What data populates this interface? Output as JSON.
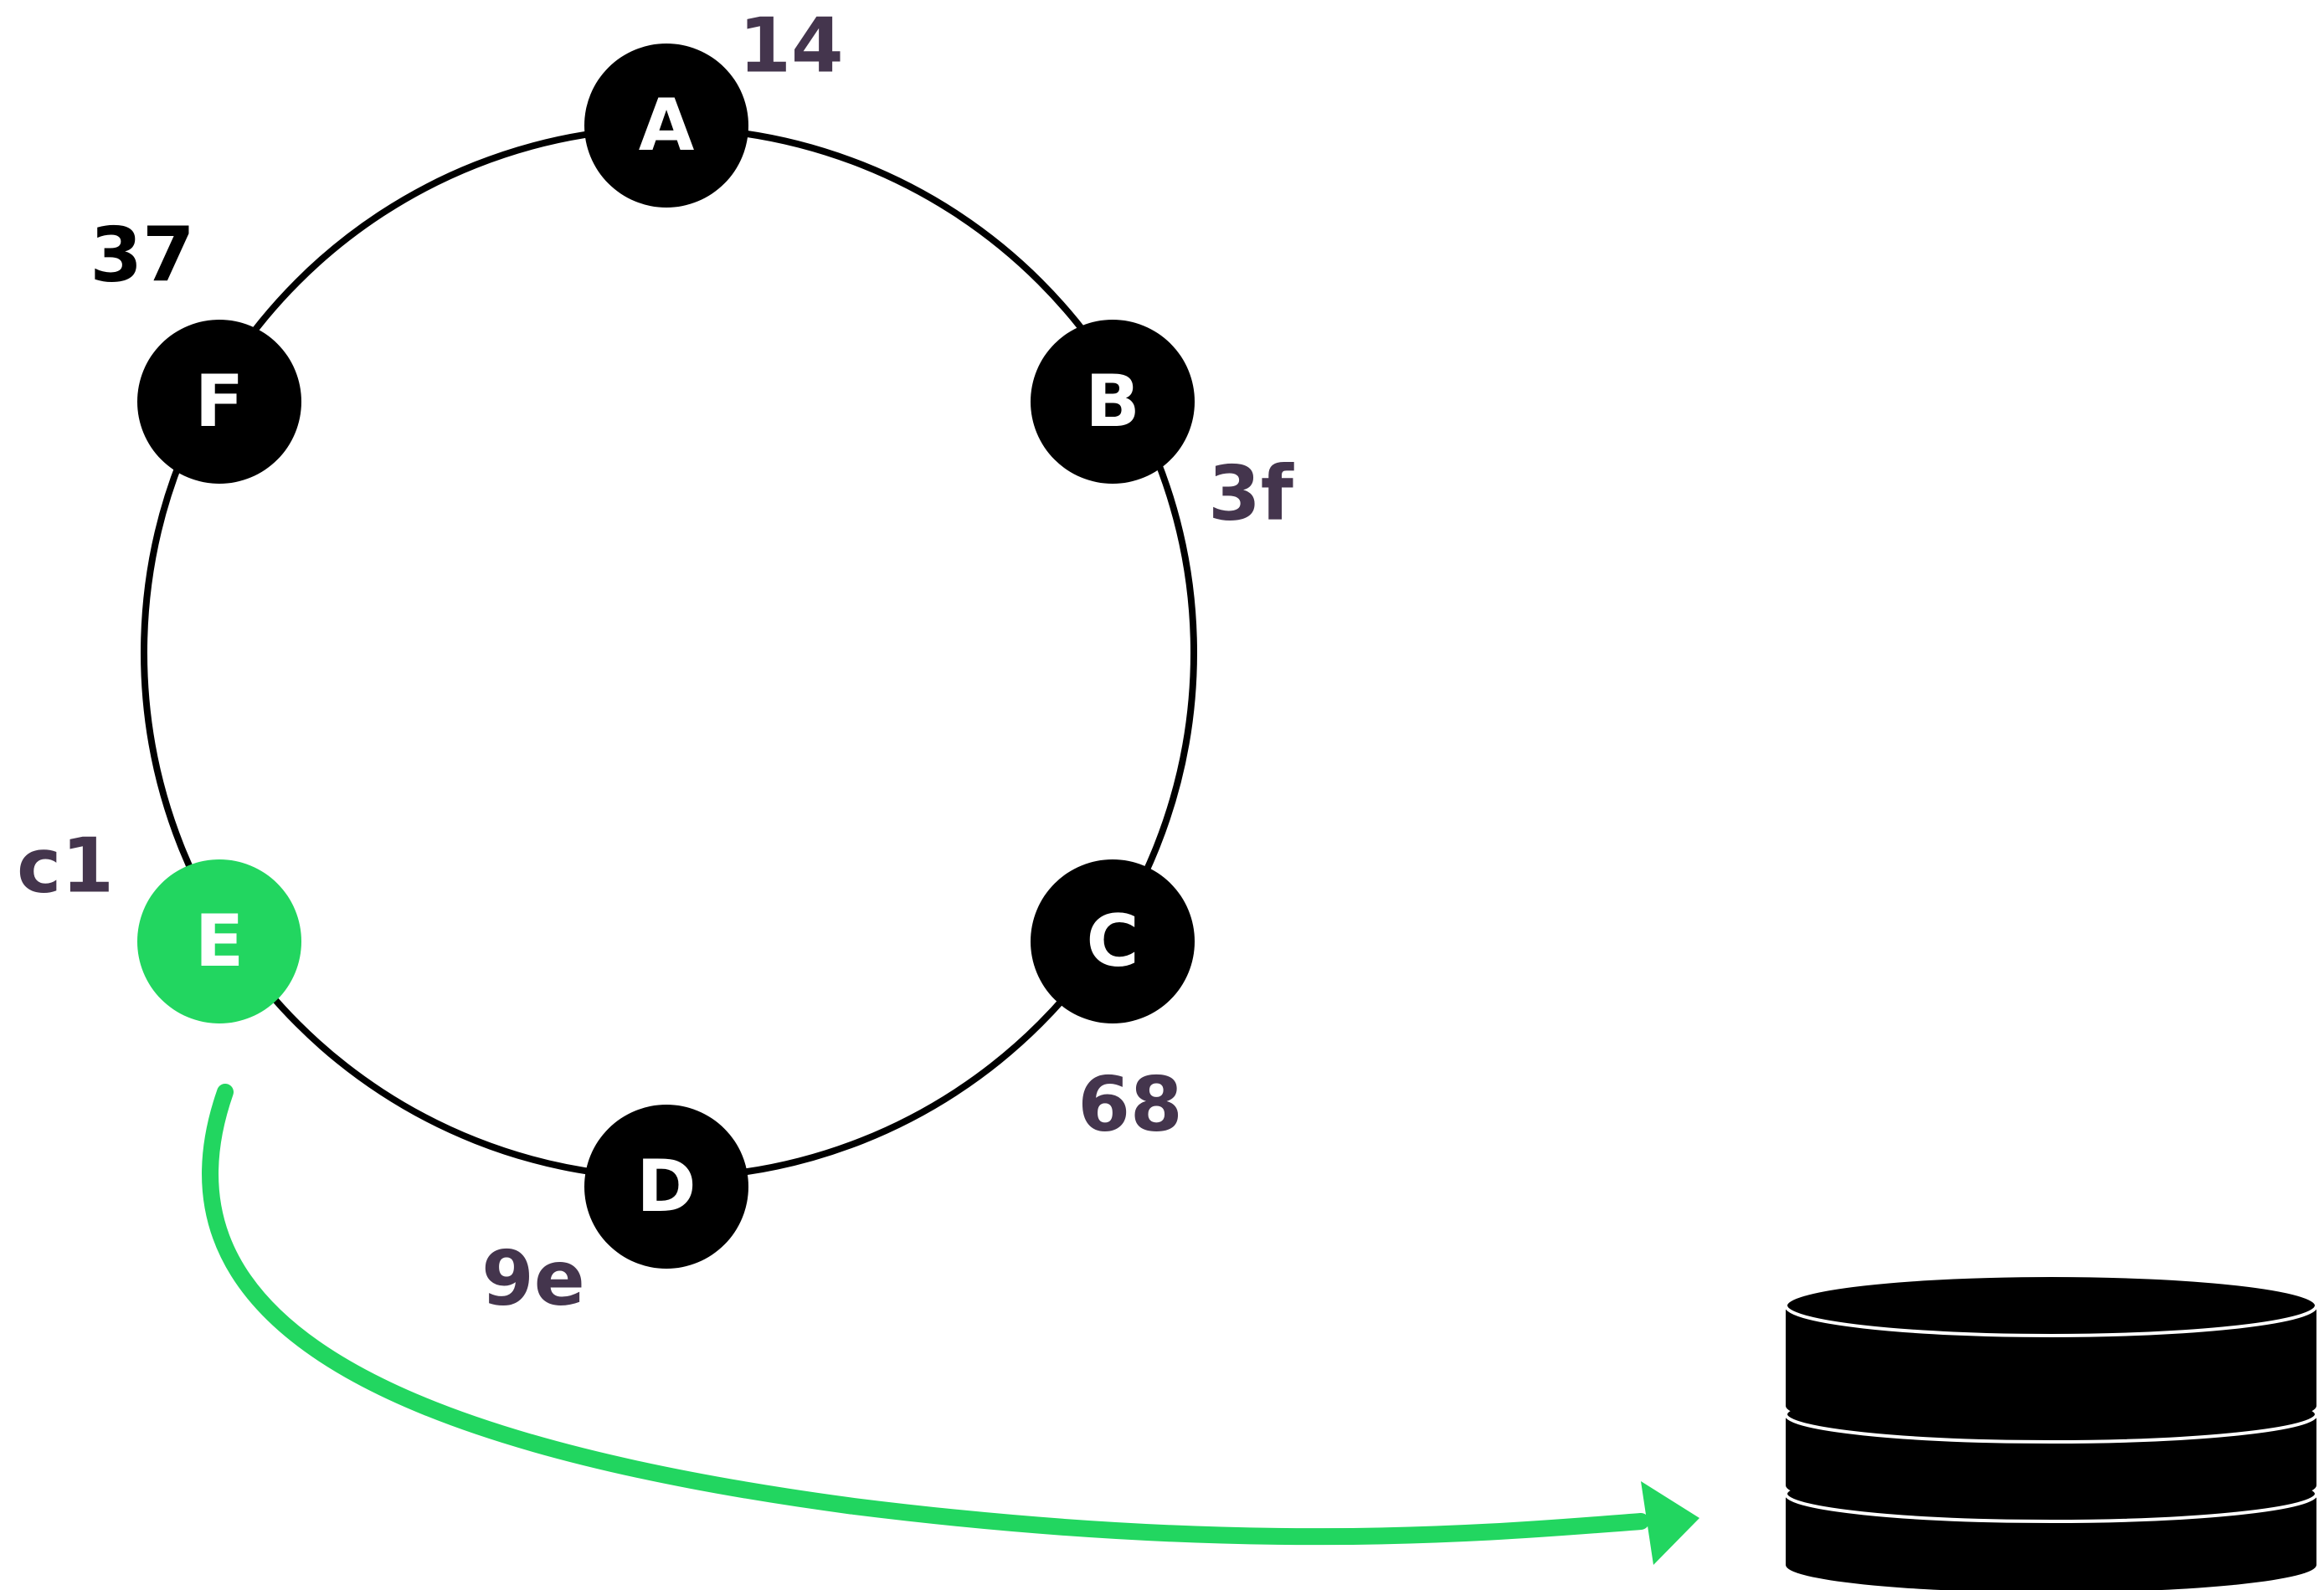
{
  "colors": {
    "background": "#ffffff",
    "ring_stroke": "#000000",
    "node_fill": "#000000",
    "node_text": "#ffffff",
    "highlight": "#22d660",
    "hash_label": "#44354d",
    "hash_label_dark": "#000000",
    "database_fill": "#000000",
    "database_edge": "#ffffff"
  },
  "ring": {
    "nodes": [
      {
        "id": "A",
        "label": "A",
        "hash": "14",
        "highlighted": false
      },
      {
        "id": "B",
        "label": "B",
        "hash": "3f",
        "highlighted": false
      },
      {
        "id": "C",
        "label": "C",
        "hash": "68",
        "highlighted": false
      },
      {
        "id": "D",
        "label": "D",
        "hash": "9e",
        "highlighted": false
      },
      {
        "id": "E",
        "label": "E",
        "hash": "c1",
        "highlighted": true
      },
      {
        "id": "F",
        "label": "F",
        "hash": "37",
        "highlighted": false
      }
    ]
  },
  "arrow": {
    "from": "E",
    "to": "database",
    "icon": "curved-arrow-icon"
  },
  "database": {
    "icon": "database-icon"
  }
}
